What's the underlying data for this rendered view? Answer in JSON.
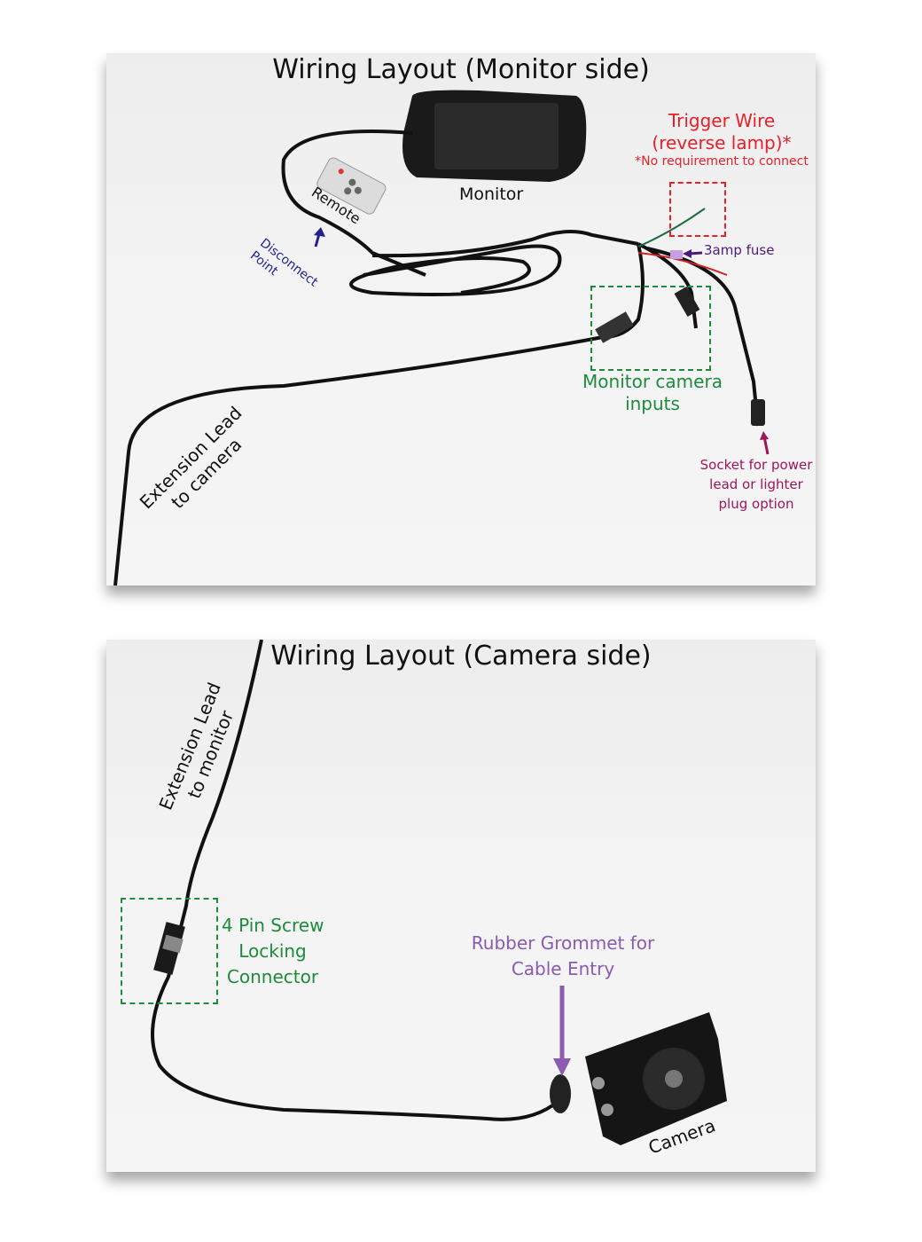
{
  "monitor_side": {
    "title": "Wiring Layout (Monitor side)",
    "monitor_label": "Monitor",
    "remote_label": "Remote",
    "disconnect_line1": "Disconnect",
    "disconnect_line2": "Point",
    "trigger_line1": "Trigger Wire",
    "trigger_line2": "(reverse lamp)*",
    "trigger_note": "*No requirement to connect",
    "fuse_label": "3amp fuse",
    "inputs_line1": "Monitor camera",
    "inputs_line2": "inputs",
    "socket_line1": "Socket for power",
    "socket_line2": "lead or lighter",
    "socket_line3": "plug option",
    "extension_line1": "Extension Lead",
    "extension_line2": "to camera"
  },
  "camera_side": {
    "title": "Wiring Layout (Camera side)",
    "extension_line1": "Extension Lead",
    "extension_line2": "to monitor",
    "connector_line1": "4 Pin Screw",
    "connector_line2": "Locking",
    "connector_line3": "Connector",
    "grommet_line1": "Rubber Grommet for",
    "grommet_line2": "Cable Entry",
    "camera_label": "Camera"
  },
  "colors": {
    "red": "#e8202a",
    "green": "#1e8a3c",
    "blue": "#23238f",
    "purple": "#8a5bb0",
    "magenta": "#a0145a",
    "fuse": "#4b1a7a"
  }
}
